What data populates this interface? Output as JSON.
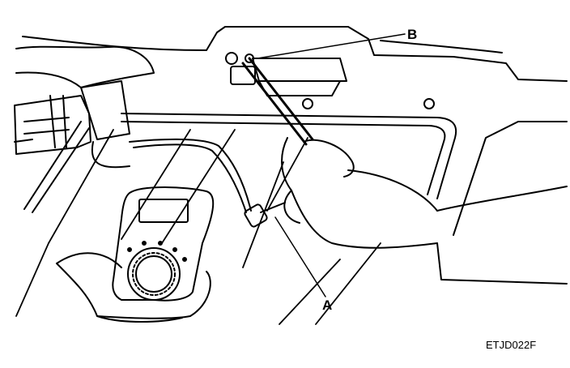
{
  "callouts": {
    "a": "A",
    "b": "B"
  },
  "figure_code": "ETJD022F",
  "colors": {
    "ink": "#000000",
    "paper": "#ffffff"
  }
}
